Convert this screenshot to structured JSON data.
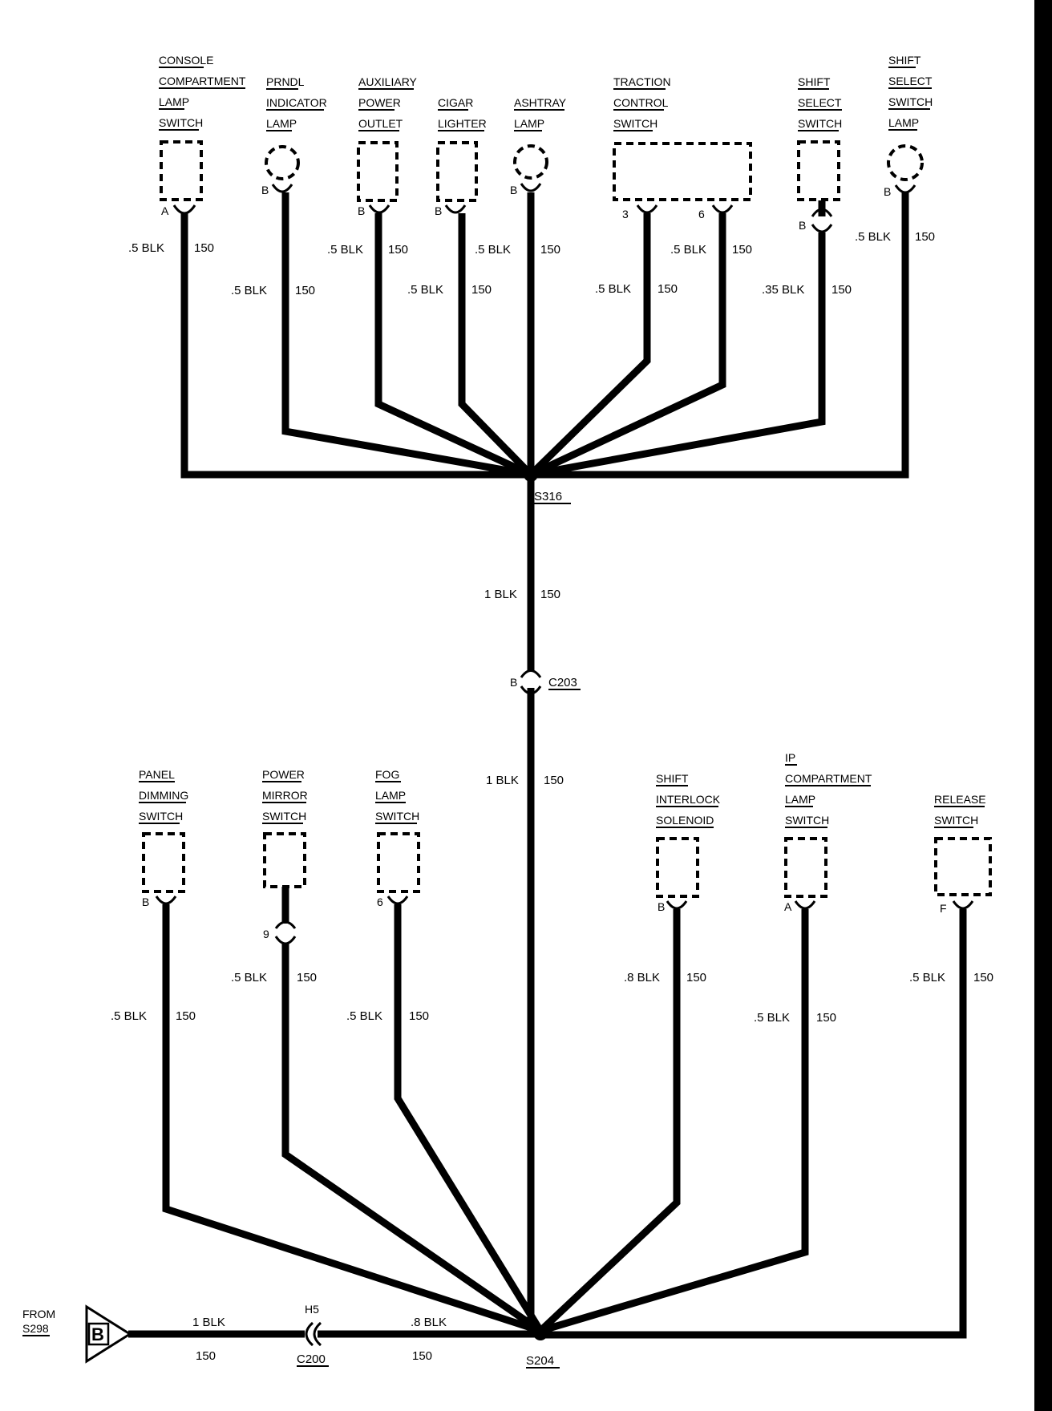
{
  "components_top": [
    {
      "id": "console",
      "lines": [
        "CONSOLE",
        "COMPARTMENT",
        "LAMP",
        "SWITCH"
      ],
      "pin": "A",
      "wire_size": ".5 BLK",
      "circuit": "150"
    },
    {
      "id": "prndl",
      "lines": [
        "PRNDL",
        "INDICATOR",
        "LAMP"
      ],
      "pin": "B",
      "wire_size": ".5 BLK",
      "circuit": "150"
    },
    {
      "id": "aux",
      "lines": [
        "AUXILIARY",
        "POWER",
        "OUTLET"
      ],
      "pin": "B",
      "wire_size": ".5 BLK",
      "circuit": "150"
    },
    {
      "id": "cigar",
      "lines": [
        "CIGAR",
        "LIGHTER"
      ],
      "pin": "B",
      "wire_size": ".5 BLK",
      "circuit": "150"
    },
    {
      "id": "ashtray",
      "lines": [
        "ASHTRAY",
        "LAMP"
      ],
      "pin": "B",
      "wire_size": ".5 BLK",
      "circuit": "150"
    },
    {
      "id": "traction",
      "lines": [
        "TRACTION",
        "CONTROL",
        "SWITCH"
      ],
      "pins": [
        "3",
        "6"
      ],
      "wires": [
        {
          "wire_size": ".5 BLK",
          "circuit": "150"
        },
        {
          "wire_size": ".5 BLK",
          "circuit": "150"
        }
      ]
    },
    {
      "id": "shiftsel",
      "lines": [
        "SHIFT",
        "SELECT",
        "SWITCH"
      ],
      "pin": "B",
      "wire_size": ".35 BLK",
      "circuit": "150"
    },
    {
      "id": "shiftlamp",
      "lines": [
        "SHIFT",
        "SELECT",
        "SWITCH",
        "LAMP"
      ],
      "pin": "B",
      "wire_size": ".5 BLK",
      "circuit": "150"
    }
  ],
  "splice_top": "S316",
  "trunk": [
    {
      "wire_size": "1 BLK",
      "circuit": "150"
    },
    {
      "wire_size": "1 BLK",
      "circuit": "150"
    }
  ],
  "connector_mid": {
    "name": "C203",
    "pin": "B"
  },
  "components_bottom": [
    {
      "id": "panel",
      "lines": [
        "PANEL",
        "DIMMING",
        "SWITCH"
      ],
      "pin": "B",
      "wire_size": ".5 BLK",
      "circuit": "150"
    },
    {
      "id": "mirror",
      "lines": [
        "POWER",
        "MIRROR",
        "SWITCH"
      ],
      "pin": "9",
      "wire_size": ".5 BLK",
      "circuit": "150"
    },
    {
      "id": "fog",
      "lines": [
        "FOG",
        "LAMP",
        "SWITCH"
      ],
      "pin": "6",
      "wire_size": ".5 BLK",
      "circuit": "150"
    },
    {
      "id": "interlock",
      "lines": [
        "SHIFT",
        "INTERLOCK",
        "SOLENOID"
      ],
      "pin": "B",
      "wire_size": ".8 BLK",
      "circuit": "150"
    },
    {
      "id": "ipcomp",
      "lines": [
        "IP",
        "COMPARTMENT",
        "LAMP",
        "SWITCH"
      ],
      "pin": "A",
      "wire_size": ".5 BLK",
      "circuit": "150"
    },
    {
      "id": "release",
      "lines": [
        "RELEASE",
        "SWITCH"
      ],
      "pin": "F",
      "wire_size": ".5 BLK",
      "circuit": "150"
    }
  ],
  "splice_bottom": "S204",
  "bottom_feed": {
    "from_lines": [
      "FROM",
      "S298"
    ],
    "ref_letter": "B",
    "wire1": {
      "wire_size": "1 BLK",
      "circuit": "150"
    },
    "connector": {
      "pin": "H5",
      "name": "C200"
    },
    "wire2": {
      "wire_size": ".8 BLK",
      "circuit": "150"
    }
  }
}
